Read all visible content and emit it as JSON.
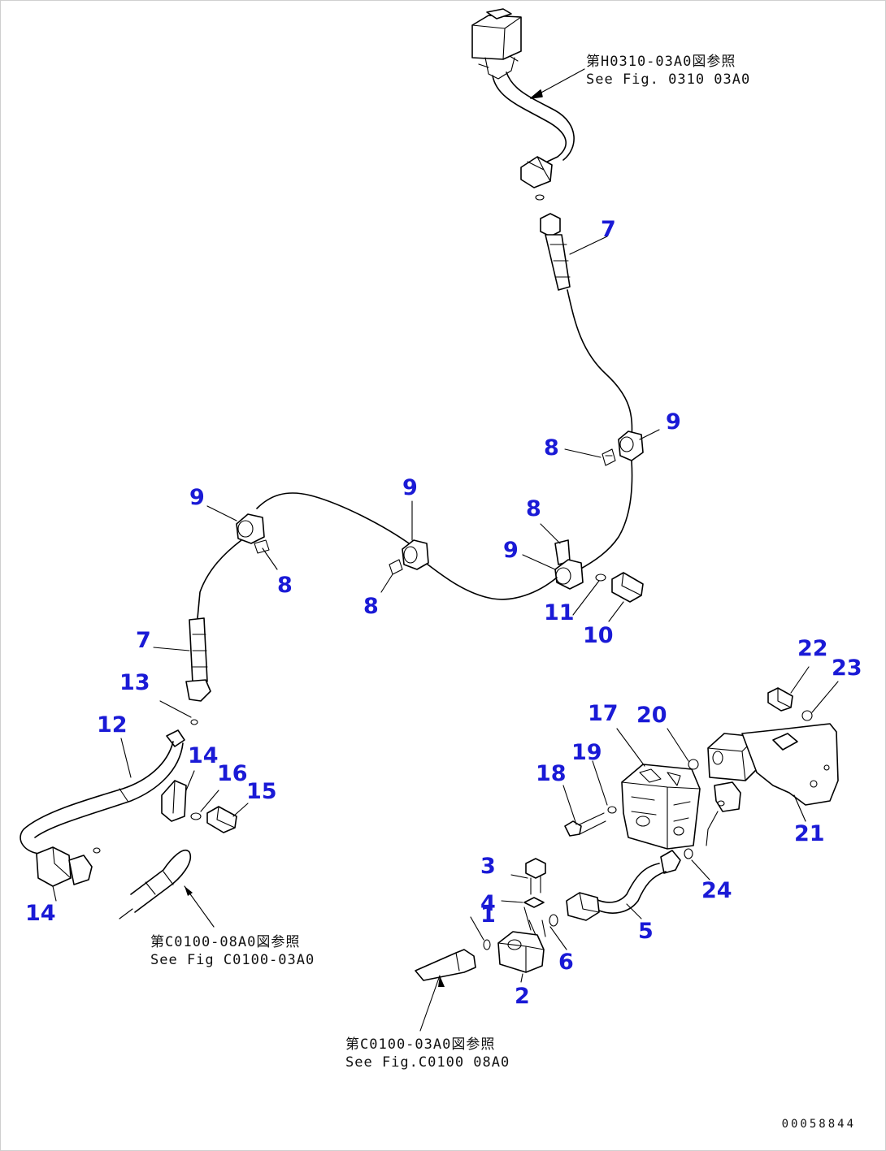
{
  "labels": {
    "l1": "1",
    "l2": "2",
    "l3": "3",
    "l4": "4",
    "l5": "5",
    "l6": "6",
    "l7a": "7",
    "l7b": "7",
    "l8a": "8",
    "l8b": "8",
    "l8c": "8",
    "l8d": "8",
    "l9a": "9",
    "l9b": "9",
    "l9c": "9",
    "l9d": "9",
    "l10": "10",
    "l11": "11",
    "l12": "12",
    "l13": "13",
    "l14a": "14",
    "l14b": "14",
    "l15": "15",
    "l16": "16",
    "l17": "17",
    "l18": "18",
    "l19": "19",
    "l20": "20",
    "l21": "21",
    "l22": "22",
    "l23": "23",
    "l24": "24"
  },
  "references": {
    "top": {
      "line1": "第H0310-03A0図参照",
      "line2": "See Fig. 0310 03A0"
    },
    "left": {
      "line1": "第C0100-08A0図参照",
      "line2": "See Fig C0100-03A0"
    },
    "bottom": {
      "line1": "第C0100-03A0図参照",
      "line2": "See Fig.C0100 08A0"
    }
  },
  "drawing_number": "00058844",
  "colors": {
    "label": "#1a1ad6",
    "line": "#000000"
  }
}
